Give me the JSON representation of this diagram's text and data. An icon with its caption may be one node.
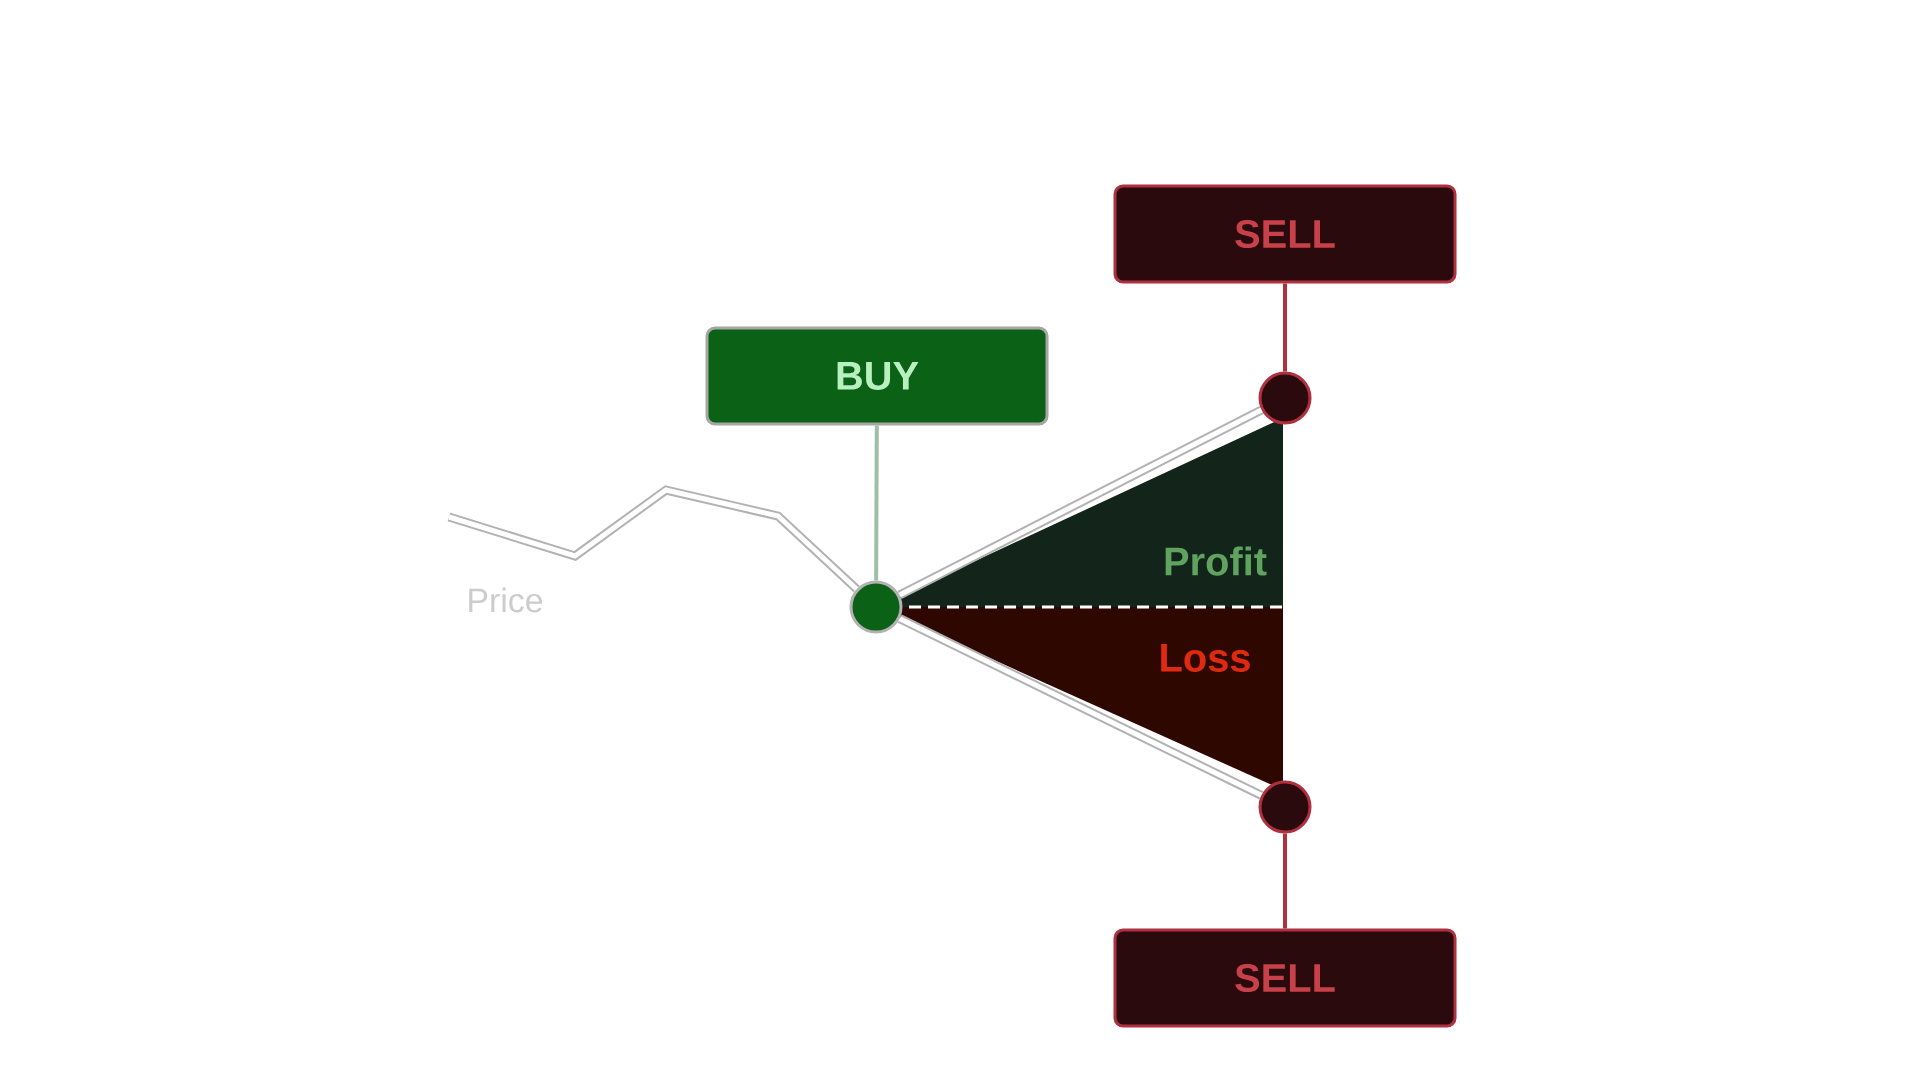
{
  "diagram": {
    "nodes": [
      {
        "text": [
          "BUY"
        ]
      },
      {
        "text": [
          "SELL"
        ]
      },
      {
        "text": [
          "SELL"
        ]
      },
      {
        "text": [],
        "shape": "circle"
      },
      {
        "text": [],
        "shape": "circle"
      },
      {
        "text": [],
        "shape": "circle"
      },
      {
        "text": [
          "Profit"
        ]
      },
      {
        "text": [
          "Loss"
        ]
      }
    ],
    "edges": [
      {
        "from": 0,
        "to": 3,
        "arrow": "none",
        "color": "#9dbfa5"
      },
      {
        "from": 1,
        "to": 4,
        "arrow": "none",
        "color": "#b03040"
      },
      {
        "from": 2,
        "to": 5,
        "arrow": "none",
        "color": "#b03040"
      },
      {
        "from": 3,
        "to": 4,
        "arrow": "none",
        "style": "thick"
      },
      {
        "from": 3,
        "to": 5,
        "arrow": "none",
        "style": "thick"
      },
      {
        "from": null,
        "to": 3,
        "arrow": "none",
        "style": "thick"
      }
    ],
    "labels": [
      "Price"
    ]
  }
}
